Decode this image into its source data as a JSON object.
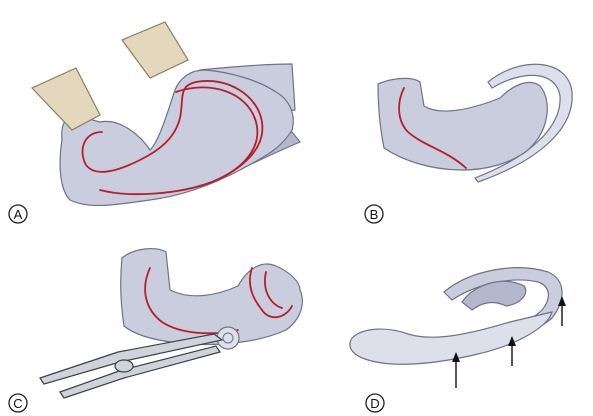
{
  "panels": [
    {
      "id": "A",
      "label": "A"
    },
    {
      "id": "B",
      "label": "B"
    },
    {
      "id": "C",
      "label": "C"
    },
    {
      "id": "D",
      "label": "D"
    }
  ],
  "colors": {
    "bone": "#c9cddd",
    "tooth": "#e3d8bd",
    "cut_line": "#b81e2a",
    "instrument": "#cfd3da"
  }
}
